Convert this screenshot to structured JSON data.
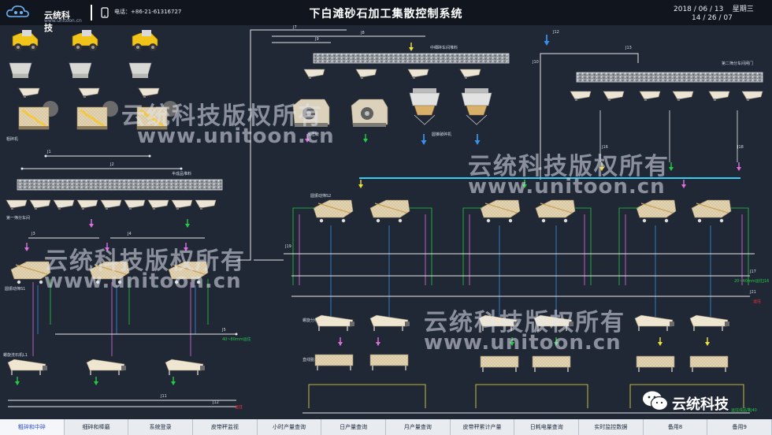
{
  "header": {
    "brand": "云统科技",
    "brand_url": "www.unitoon.cn",
    "phone": "电话：+86-21-61316727",
    "title": "下白滩砂石加工集散控制系统",
    "date": "2018 / 06 / 13    星期三",
    "time": "14 / 26 / 07"
  },
  "labels": {
    "j1": "J1",
    "j2": "J2",
    "j3": "J3",
    "j4": "J4",
    "j5": "J5",
    "j7": "J7",
    "j8": "J8",
    "j9": "J9",
    "j10": "J10",
    "j11": "J11",
    "j12": "J12",
    "j13": "J13",
    "j16": "J16",
    "j17": "J17",
    "j18": "J18",
    "j19": "J19",
    "j21": "J21",
    "coarse_crusher": "粗碎机",
    "semi_stock": "半成品堆料",
    "feeder1": "第一筛分车间",
    "vscreen_s1": "圆振动筛S1",
    "sand_washer_l1": "螺旋洗石机L1",
    "mid_stock": "中细碎车间堆料",
    "impact_crusher": "反击破",
    "cone_crusher": "圆锥破碎机",
    "feeder2": "第二筛分车间闸门",
    "vscreen_s2": "圆振动筛S2",
    "sand_washer_l2": "螺旋分级机L2",
    "dewater_l3": "直线脱水筛L3",
    "out_j5": "40~80mm运往",
    "out_j17": "20~40mm运往J16",
    "out_j21": "运往",
    "out_j11": "运往",
    "out_j12": "运往成品堆J40"
  },
  "watermark": {
    "copyright": "云统科技版权所有",
    "url": "www.unitoon.cn"
  },
  "wechat": {
    "label": "云统科技"
  },
  "footer": {
    "tabs": [
      "粗碎和中碎",
      "细碎和棒磨",
      "系统登录",
      "皮带秤监视",
      "小时产量查询",
      "日产量查询",
      "月产量查询",
      "皮带秤累计产量",
      "日耗电量查询",
      "实时监控数据",
      "备用8",
      "备用9"
    ]
  },
  "colors": {
    "background": "#202735",
    "header": "#11151e",
    "arrow_green": "#22cc44",
    "arrow_pink": "#e070e0",
    "arrow_yellow": "#f2e33c",
    "arrow_blue": "#3a8fe8",
    "cyan_line": "#3ccbf2"
  }
}
